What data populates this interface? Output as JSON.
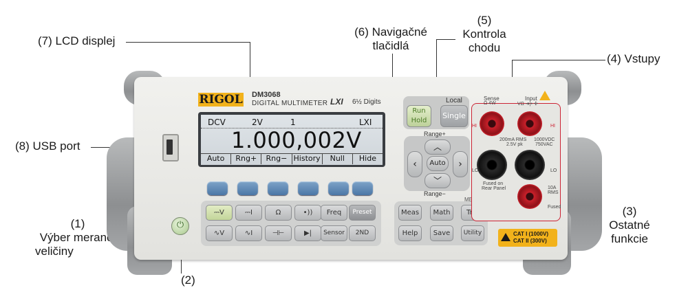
{
  "callouts": {
    "lcd": "(7) LCD displej",
    "nav_1": "(6) Navigačné",
    "nav_2": "tlačidlá",
    "run_num": "(5)",
    "run_1": "Kontrola",
    "run_2": "chodu",
    "inputs": "(4) Vstupy",
    "usb": "(8) USB port",
    "meas_num": "(1)",
    "meas_1": "Výber meranej",
    "meas_2": "veličiny",
    "other_num": "(3)",
    "other_1": "Ostatné",
    "other_2": "funkcie",
    "power": "(2)"
  },
  "device": {
    "brand": "RIGOL",
    "model": "DM3068",
    "type": "DIGITAL MULTIMETER",
    "lxi": "LXI",
    "digits": "6½ Digits"
  },
  "lcd": {
    "mode": "DCV",
    "range": "2V",
    "trigger": "1",
    "lxi": "LXI",
    "reading": "1.000,002V",
    "softkeys": [
      "Auto",
      "Rng+",
      "Rng−",
      "History",
      "Null",
      "Hide"
    ]
  },
  "function_keys": {
    "row1": [
      "⎓V",
      "⎓I",
      "Ω",
      "•))",
      "Freq",
      "Preset"
    ],
    "row2": [
      "∿V",
      "∿I",
      "⊣⊢",
      "▶|",
      "Sensor",
      "2ND"
    ]
  },
  "run_control": {
    "local": "Local",
    "run_hold_1": "Run",
    "run_hold_2": "Hold",
    "single": "Single"
  },
  "navigation": {
    "range_plus": "Range+",
    "range_minus": "Range−",
    "auto": "Auto"
  },
  "utility_keys": {
    "menu": "MENU",
    "row1": [
      "Meas",
      "Math",
      "Trig"
    ],
    "row2": [
      "Help",
      "Save",
      "Utility"
    ]
  },
  "inputs": {
    "sense": "Sense",
    "sense_sub": "Ω 4W",
    "input": "Input",
    "input_sub": "VΩ ➜|• ✣",
    "hi": "HI",
    "lo": "LO",
    "amps_200ma": "200mA RMS",
    "amps_250": "2.5V pk",
    "volt_max_1": "1000VDC",
    "volt_max_2": "750VAC",
    "fused_on": "Fused on",
    "rear_panel": "Rear Panel",
    "a10": "10A",
    "a10_sub": "RMS",
    "fused": "Fused",
    "warning_1": "CAT I (1000V)",
    "warning_2": "CAT II (300V)"
  },
  "colors": {
    "brand_gold": "#f2b21b",
    "softkey_blue": "#5a86b4",
    "jack_red": "#c8202a",
    "jack_black": "#1b1b1b"
  }
}
